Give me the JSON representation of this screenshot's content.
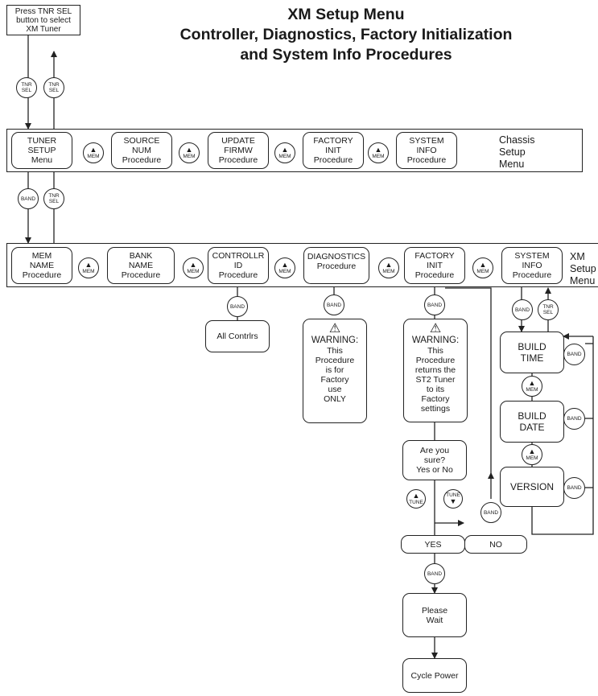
{
  "title": "XM Setup Menu\nController, Diagnostics, Factory Initialization\nand System Info Procedures",
  "start_box": "Press TNR SEL\nbutton to select\nXM Tuner",
  "buttons": {
    "tnr_sel": "TNR\nSEL",
    "mem": "MEM",
    "band": "BAND",
    "tune": "TUNE"
  },
  "chassis_menu": {
    "label": "Chassis\nSetup\nMenu",
    "items": [
      "TUNER\nSETUP\nMenu",
      "SOURCE\nNUM\nProcedure",
      "UPDATE\nFIRMW\nProcedure",
      "FACTORY\nINIT\nProcedure",
      "SYSTEM\nINFO\nProcedure"
    ]
  },
  "xm_menu": {
    "label": "XM\nSetup\nMenu",
    "items": [
      "MEM\nNAME\nProcedure",
      "BANK\nNAME\nProcedure",
      "CONTROLLR\nID\nProcedure",
      "DIAGNOSTICS\nProcedure",
      "FACTORY\nINIT\nProcedure",
      "SYSTEM\nINFO\nProcedure"
    ]
  },
  "controller_result": "All Contrlrs",
  "warning_diag": {
    "title": "WARNING:",
    "text": "This\nProcedure\nis for\nFactory\nuse\nONLY"
  },
  "warning_factory": {
    "title": "WARNING:",
    "text": "This\nProcedure\nreturns the\nST2 Tuner\nto its\nFactory\nsettings"
  },
  "confirm": "Are you\nsure?\nYes or No",
  "yes": "YES",
  "no": "NO",
  "please_wait": "Please\nWait",
  "cycle_power": "Cycle Power",
  "info_items": [
    "BUILD\nTIME",
    "BUILD\nDATE",
    "VERSION"
  ]
}
